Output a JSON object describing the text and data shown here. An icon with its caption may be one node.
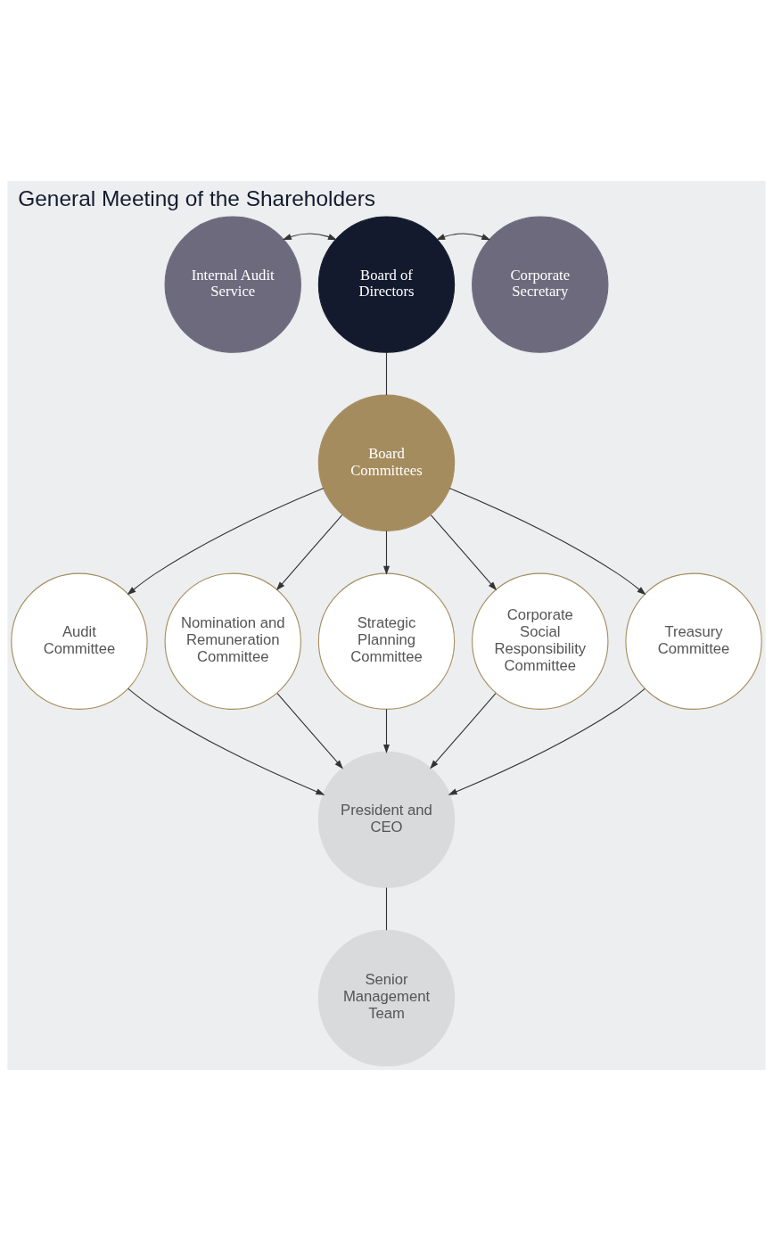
{
  "diagram": {
    "title": "General Meeting of the Shareholders",
    "nodes": [
      {
        "text": [
          "Board of Directors"
        ]
      },
      {
        "text": [
          "Internal Audit Service"
        ]
      },
      {
        "text": [
          "Corporate Secretary"
        ]
      },
      {
        "text": [
          "Board Committees"
        ]
      },
      {
        "text": [
          "Audit Committee"
        ]
      },
      {
        "text": [
          "Nomination and Remuneration Committee"
        ]
      },
      {
        "text": [
          "Strategic Planning Committee"
        ]
      },
      {
        "text": [
          "Corporate Social Responsibility Committee"
        ]
      },
      {
        "text": [
          "Treasury Committee"
        ]
      },
      {
        "text": [
          "President and CEO"
        ]
      },
      {
        "text": [
          "Senior Management Team"
        ]
      }
    ],
    "edges": [
      {
        "from": 0,
        "to": 1,
        "arrow": "both"
      },
      {
        "from": 0,
        "to": 2,
        "arrow": "both"
      },
      {
        "from": 0,
        "to": 3,
        "arrow": "none"
      },
      {
        "from": 3,
        "to": 4,
        "arrow": "to"
      },
      {
        "from": 3,
        "to": 5,
        "arrow": "to"
      },
      {
        "from": 3,
        "to": 6,
        "arrow": "to"
      },
      {
        "from": 3,
        "to": 7,
        "arrow": "to"
      },
      {
        "from": 3,
        "to": 8,
        "arrow": "to"
      },
      {
        "from": 4,
        "to": 9,
        "arrow": "to"
      },
      {
        "from": 5,
        "to": 9,
        "arrow": "to"
      },
      {
        "from": 6,
        "to": 9,
        "arrow": "to"
      },
      {
        "from": 7,
        "to": 9,
        "arrow": "to"
      },
      {
        "from": 8,
        "to": 9,
        "arrow": "to"
      },
      {
        "from": 9,
        "to": 10,
        "arrow": "none"
      }
    ]
  }
}
